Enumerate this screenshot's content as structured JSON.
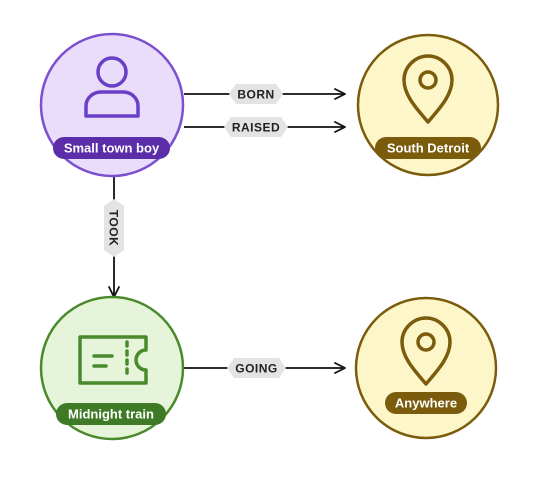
{
  "nodes": {
    "boy": {
      "label": "Small town boy",
      "icon": "person-icon",
      "fill": "#e9ddfb",
      "stroke": "#7b4fd0",
      "pill": "#5b2da8",
      "text": "#ffffff"
    },
    "detroit": {
      "label": "South Detroit",
      "icon": "location-pin-icon",
      "fill": "#fdf6c9",
      "stroke": "#7a5c0c",
      "pill": "#7a5c0c",
      "text": "#ffffff"
    },
    "train": {
      "label": "Midnight train",
      "icon": "ticket-icon",
      "fill": "#e6f5d9",
      "stroke": "#4a8a2e",
      "pill": "#3f7a26",
      "text": "#ffffff"
    },
    "anywhere": {
      "label": "Anywhere",
      "icon": "location-pin-icon",
      "fill": "#fdf6c9",
      "stroke": "#7a5c0c",
      "pill": "#7a5c0c",
      "text": "#ffffff"
    }
  },
  "edges": {
    "born": {
      "label": "BORN"
    },
    "raised": {
      "label": "RAISED"
    },
    "took": {
      "label": "TOOK"
    },
    "going": {
      "label": "GOING"
    }
  },
  "colors": {
    "edge": "#111111",
    "edge_label_bg": "#e3e3e3",
    "edge_label_text": "#222222"
  }
}
